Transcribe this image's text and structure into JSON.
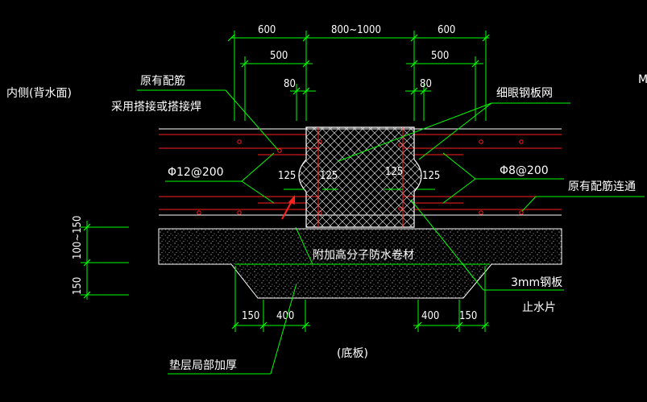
{
  "labels": {
    "inner_side": "内侧(背水面)",
    "existing_rebar": "原有配筋",
    "lap_note": "采用搭接或搭接焊",
    "phi12": "Φ12@200",
    "fine_mesh": "细眼钢板网",
    "phi8": "Φ8@200",
    "existing_rebar_cont": "原有配筋连通",
    "membrane": "附加高分子防水卷材",
    "steel_plate": "3mm钢板",
    "waterstop": "止水片",
    "cushion": "垫层局部加厚",
    "bottom_slab": "(底板)",
    "edge_m": "M"
  },
  "dims": {
    "top_left_600": "600",
    "top_mid": "800~1000",
    "top_right_600": "600",
    "left_500": "500",
    "right_500": "500",
    "left_80": "80",
    "right_80": "80",
    "c125_1": "125",
    "c125_2": "125",
    "c125_3": "125",
    "c125_4": "125",
    "v_100_150": "100~150",
    "v_150": "150",
    "b_150_left": "150",
    "b_400_left": "400",
    "b_400_right": "400",
    "b_150_right": "150"
  },
  "colors": {
    "background": "#000000",
    "dimension": "#00ff00",
    "rebar": "#ff2020",
    "outline": "#ffffff"
  }
}
